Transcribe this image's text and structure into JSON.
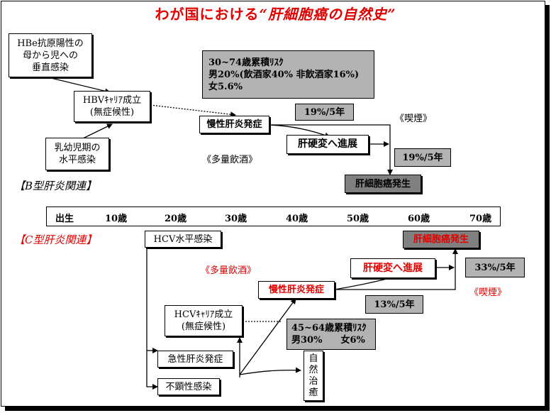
{
  "title": {
    "prefix": "わが国における",
    "emphasis": "“肝細胞癌の自然史”"
  },
  "section_b": "【B型肝炎関連】",
  "section_c": "【C型肝炎関連】",
  "timeline": [
    "出生",
    "10歳",
    "20歳",
    "30歳",
    "40歳",
    "50歳",
    "60歳",
    "70歳"
  ],
  "hbv": {
    "vertical": "HBe抗原陽性の\n母から児への\n垂直感染",
    "horizontal": "乳幼児期の\n水平感染",
    "carrier": "HBVｷｬﾘｱ成立\n(無症候性)",
    "chronic": "慢性肝炎発症",
    "cirrhosis": "肝硬変へ進展",
    "hcc": "肝細胞癌発生",
    "risk": "30~74歳累積ﾘｽｸ\n男20%(飲酒家40% 非飲酒家16%)\n女5.6%",
    "rate1": "19%/5年",
    "rate2": "19%/5年",
    "alcohol": "《多量飲酒》",
    "smoking": "《喫煙》"
  },
  "hcv": {
    "horizontal": "HCV水平感染",
    "carrier": "HCVｷｬﾘｱ成立\n(無症候性)",
    "acute": "急性肝炎発症",
    "inapparent": "不顕性感染",
    "chronic": "慢性肝炎発症",
    "cirrhosis": "肝硬変へ進展",
    "hcc": "肝細胞癌発生",
    "risk": "45~64歳累積ﾘｽｸ\n男30%　　女6%",
    "rate1": "13%/5年",
    "rate2": "33%/5年",
    "alcohol": "《多量飲酒》",
    "smoking": "《喫煙》",
    "cure": "自\n然\n治\n癒"
  }
}
